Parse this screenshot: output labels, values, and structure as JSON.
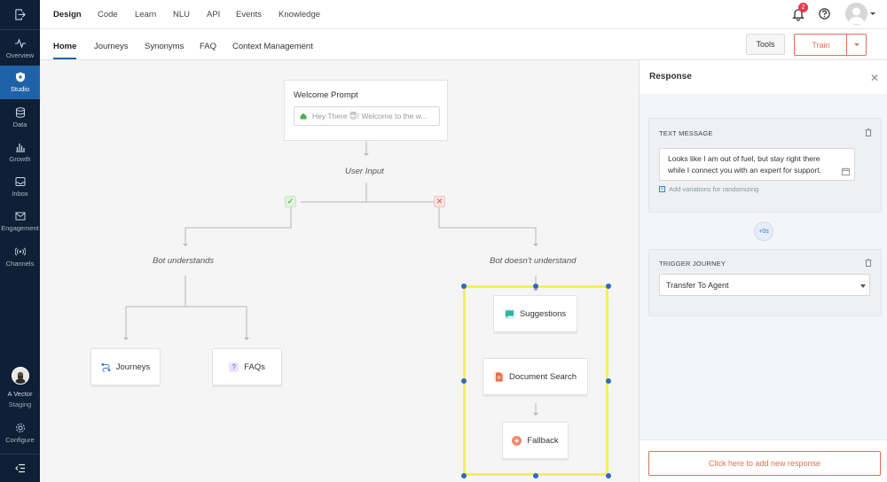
{
  "sidebar": {
    "items": [
      {
        "label": "Overview",
        "icon": "activity-icon"
      },
      {
        "label": "Studio",
        "icon": "shield-icon"
      },
      {
        "label": "Data",
        "icon": "database-icon"
      },
      {
        "label": "Growth",
        "icon": "bar-chart-icon"
      },
      {
        "label": "Inbox",
        "icon": "inbox-icon"
      },
      {
        "label": "Engagement",
        "icon": "mail-icon"
      },
      {
        "label": "Channels",
        "icon": "broadcast-icon"
      }
    ],
    "user_name": "A Vector",
    "user_env": "Staging",
    "configure_label": "Configure"
  },
  "topnav": {
    "items": [
      "Design",
      "Code",
      "Learn",
      "NLU",
      "API",
      "Events",
      "Knowledge"
    ],
    "notification_count": "2"
  },
  "subnav": {
    "tabs": [
      "Home",
      "Journeys",
      "Synonyms",
      "FAQ",
      "Context Management"
    ],
    "tools_label": "Tools",
    "train_label": "Train"
  },
  "canvas": {
    "welcome_title": "Welcome Prompt",
    "welcome_preview": "Hey There 😇! Welcome to the w...",
    "user_input_label": "User Input",
    "bot_understands_label": "Bot understands",
    "bot_not_understand_label": "Bot doesn't understand",
    "journeys_label": "Journeys",
    "faqs_label": "FAQs",
    "suggestions_label": "Suggestions",
    "document_search_label": "Document Search",
    "fallback_label": "Fallback"
  },
  "panel": {
    "title": "Response",
    "text_message_header": "TEXT MESSAGE",
    "text_message_line1": "Looks like I am out of fuel, but stay right there",
    "text_message_line2": "while I connect you with an expert for support.",
    "add_variations_label": "Add variations for randomizing",
    "delay_label": "+0s",
    "trigger_journey_header": "TRIGGER JOURNEY",
    "trigger_journey_value": "Transfer To Agent",
    "add_response_label": "Click here to add new response"
  },
  "colors": {
    "sidebar_bg": "#0f1f36",
    "sidebar_active": "#1e63a8",
    "accent_orange": "#e0704f",
    "highlight_yellow": "#f5ef5c",
    "handle_blue": "#2f68c4"
  }
}
